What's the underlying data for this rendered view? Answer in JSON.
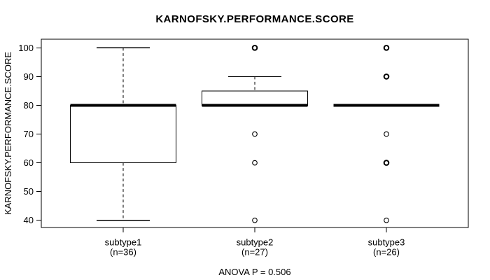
{
  "chart_data": {
    "type": "boxplot",
    "title": "KARNOFSKY.PERFORMANCE.SCORE",
    "ylabel": "KARNOFSKY.PERFORMANCE.SCORE",
    "annotation": "ANOVA P = 0.506",
    "yticks": [
      40,
      50,
      60,
      70,
      80,
      90,
      100
    ],
    "ylim": [
      37.5,
      103
    ],
    "grid": false,
    "colors": {
      "foreground": "#000000",
      "background": "#ffffff"
    },
    "groups": [
      {
        "label": "subtype1",
        "sublabel": "(n=36)",
        "n": 36,
        "q1": 60,
        "median": 80,
        "q3": 80,
        "whisker_low": 40,
        "whisker_high": 100,
        "outliers": []
      },
      {
        "label": "subtype2",
        "sublabel": "(n=27)",
        "n": 27,
        "q1": 80,
        "median": 80,
        "q3": 85,
        "whisker_low": 80,
        "whisker_high": 90,
        "outliers": [
          {
            "v": 100,
            "bold": true
          },
          {
            "v": 70,
            "bold": false
          },
          {
            "v": 60,
            "bold": false
          },
          {
            "v": 40,
            "bold": false
          }
        ]
      },
      {
        "label": "subtype3",
        "sublabel": "(n=26)",
        "n": 26,
        "q1": 80,
        "median": 80,
        "q3": 80,
        "whisker_low": 80,
        "whisker_high": 80,
        "outliers": [
          {
            "v": 100,
            "bold": true
          },
          {
            "v": 90,
            "bold": true
          },
          {
            "v": 70,
            "bold": false
          },
          {
            "v": 60,
            "bold": true
          },
          {
            "v": 40,
            "bold": false
          }
        ]
      }
    ]
  }
}
